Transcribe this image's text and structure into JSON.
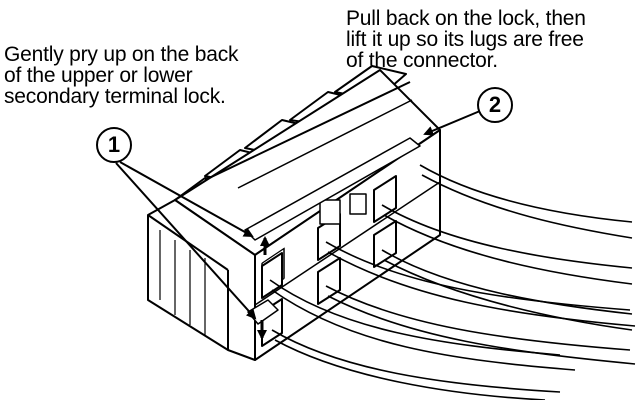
{
  "instructions": {
    "step1": {
      "number": "1",
      "lines": [
        "Gently pry up on the back",
        "of the upper or lower",
        "secondary terminal lock."
      ]
    },
    "step2": {
      "number": "2",
      "lines": [
        "Pull back on the lock, then",
        "lift it up so its lugs are free",
        "of the connector."
      ]
    }
  }
}
